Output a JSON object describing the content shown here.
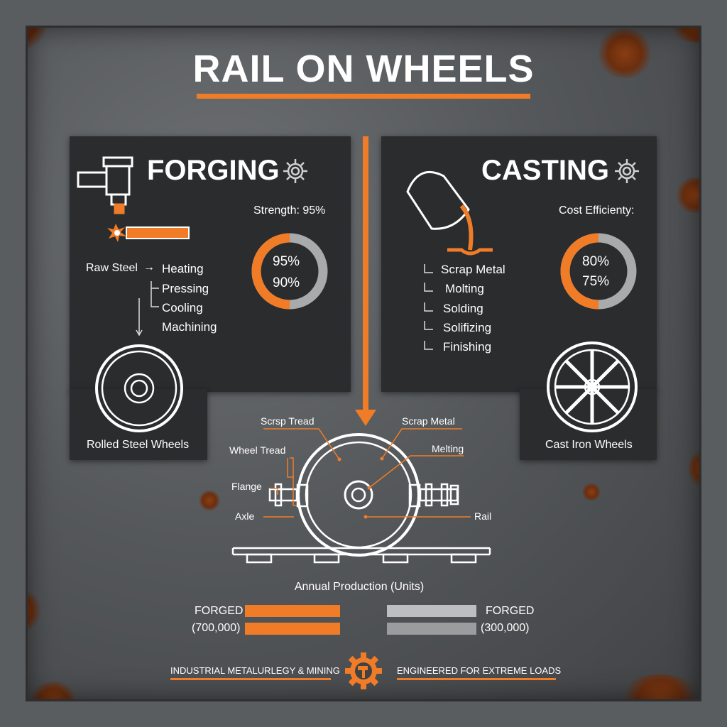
{
  "title": "RAIL ON WHEELS",
  "colors": {
    "accent": "#f07c28",
    "panel": "#2b2c2e",
    "metal": "#5a5d60",
    "gray_bar": "#a9aaab"
  },
  "forging": {
    "heading": "FORGING",
    "stat_label": "Strength: 95%",
    "donut": {
      "primary": "95%",
      "secondary": "90%",
      "fill_fraction": 0.5
    },
    "process": {
      "raw": "Raw Steel",
      "arrow": "→",
      "steps": [
        "Heating",
        "Pressing",
        "Cooling",
        "Machining"
      ]
    },
    "wheel_label": "Rolled Steel Wheels"
  },
  "casting": {
    "heading": "CASTING",
    "stat_label": "Cost Efficienty:",
    "donut": {
      "primary": "80%",
      "secondary": "75%",
      "fill_fraction": 0.5
    },
    "steps": [
      "Scrap Metal",
      "Molting",
      "Solding",
      "Solifizing",
      "Finishing"
    ],
    "wheel_label": "Cast Iron Wheels"
  },
  "diagram": {
    "callouts": {
      "top_left": "Scrsp Tread",
      "top_right": "Scrap Metal",
      "wheel_tread": "Wheel Tread",
      "melting": "Melting",
      "flange": "Flange",
      "axle": "Axle",
      "rail": "Rail"
    }
  },
  "production": {
    "title": "Annual Production (Units)",
    "left": {
      "label": "FORGED",
      "value": "(700,000)"
    },
    "right": {
      "label": "FORGED",
      "value": "(300,000)"
    }
  },
  "footer": {
    "left": "INDUSTRIAL METALURLEGY & MINING",
    "right": "ENGINEERED FOR EXTREME LOADS",
    "logo_icon": "gear-hammer-icon"
  }
}
